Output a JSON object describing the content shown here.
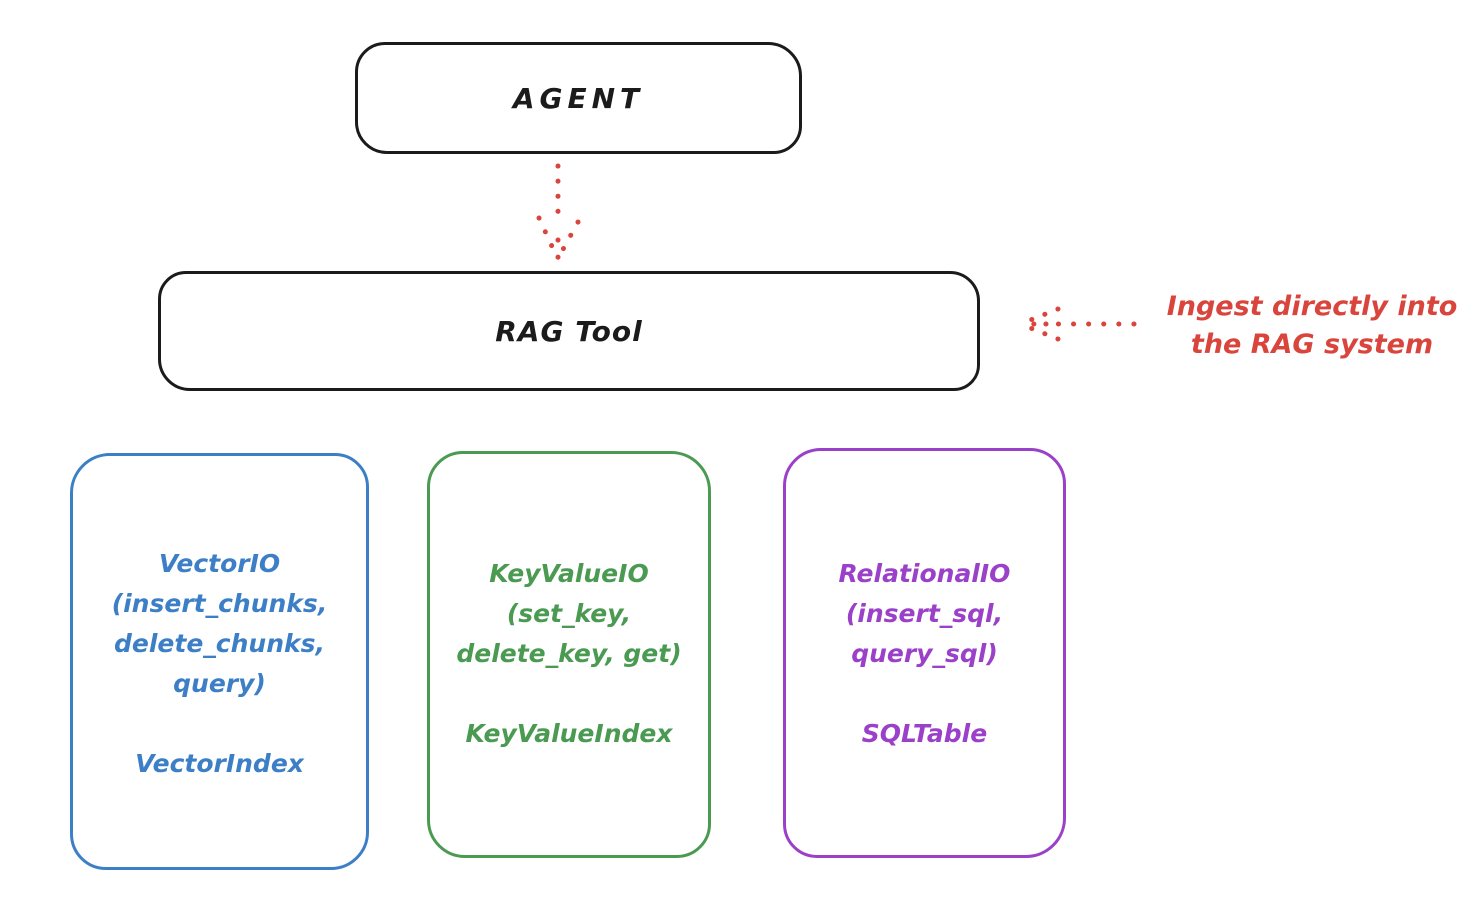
{
  "diagram": {
    "agent": {
      "label": "AGENT"
    },
    "rag_tool": {
      "label": "RAG Tool"
    },
    "annotation": {
      "line1": "Ingest directly into",
      "line2": "the RAG system"
    },
    "stores": [
      {
        "name": "vector-io",
        "lines": [
          "VectorIO",
          "(insert_chunks,",
          "delete_chunks,",
          "query)"
        ],
        "index_label": "VectorIndex",
        "color": "#3d7fc6"
      },
      {
        "name": "keyvalue-io",
        "lines": [
          "KeyValueIO",
          "(set_key,",
          "delete_key, get)"
        ],
        "index_label": "KeyValueIndex",
        "color": "#4a9a52"
      },
      {
        "name": "relational-io",
        "lines": [
          "RelationalIO",
          "(insert_sql,",
          "query_sql)"
        ],
        "index_label": "SQLTable",
        "color": "#9b40c8"
      }
    ]
  },
  "colors": {
    "ink": "#1b1b1b",
    "red": "#d9453c",
    "blue": "#3d7fc6",
    "green": "#4a9a52",
    "purple": "#9b40c8",
    "bg": "#ffffff"
  }
}
